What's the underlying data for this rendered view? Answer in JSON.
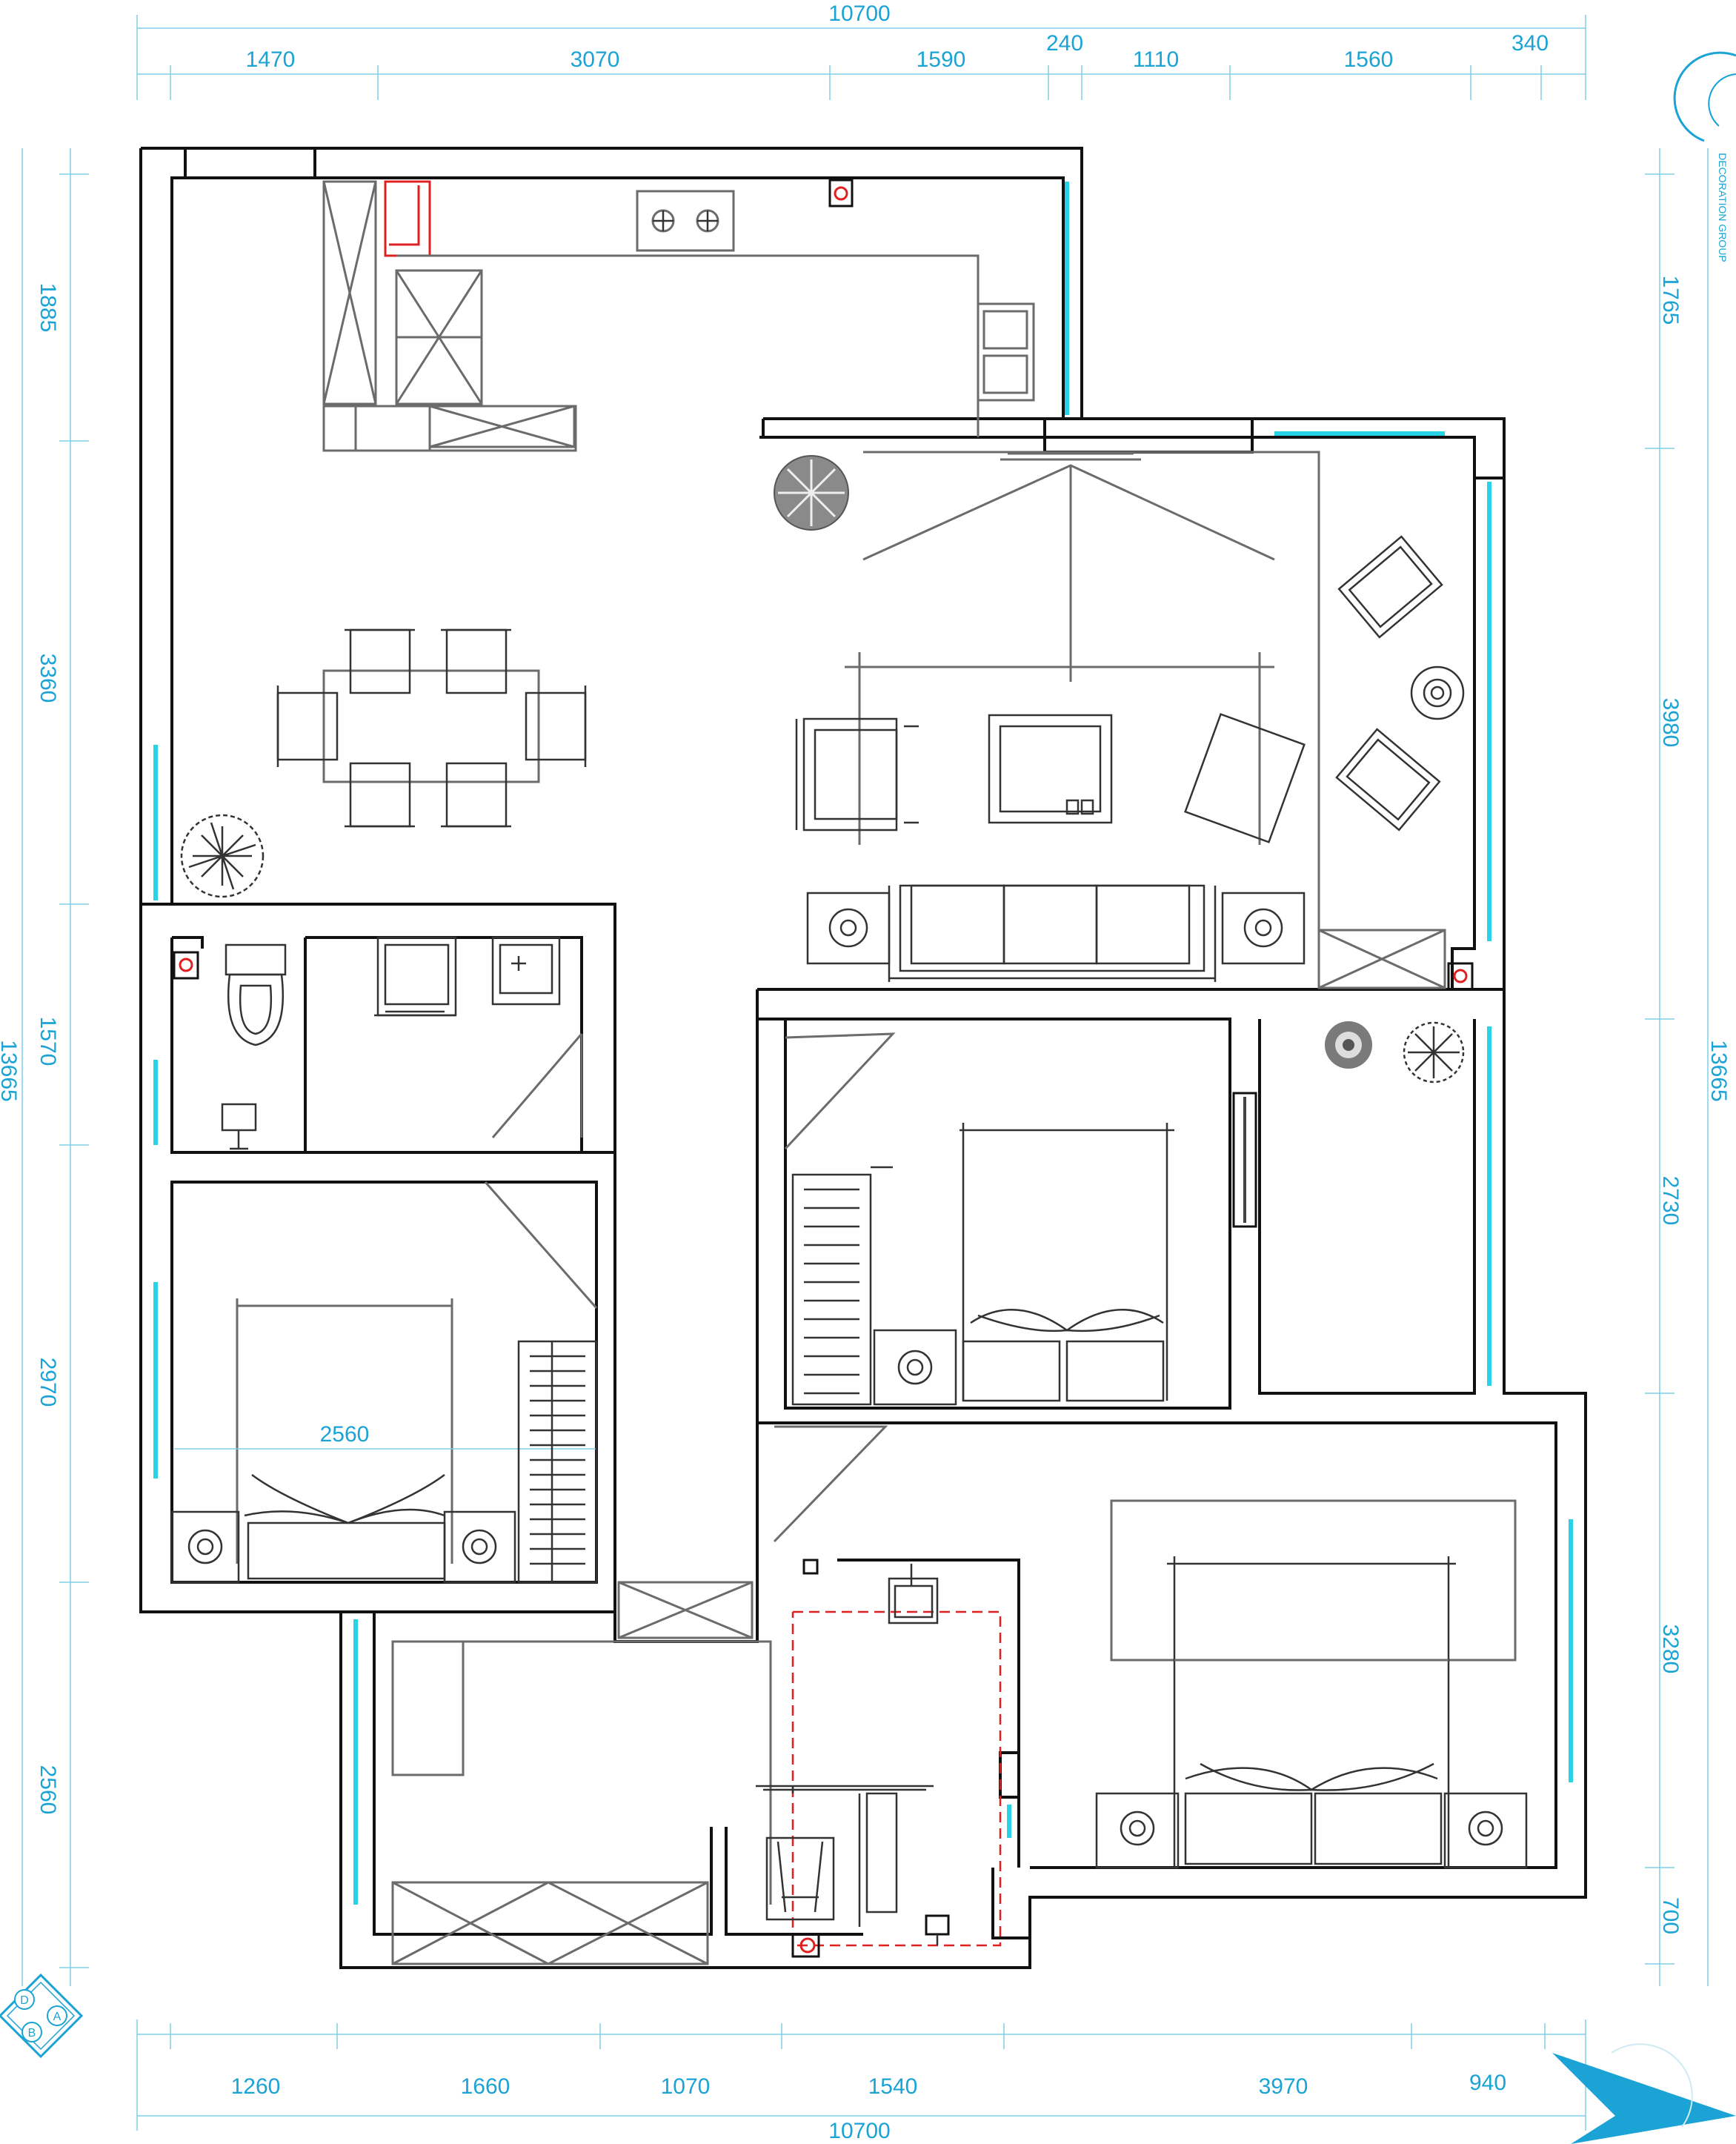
{
  "plan": {
    "dims_top": {
      "total": "10700",
      "segments": [
        "1470",
        "3070",
        "1590",
        "240",
        "1110",
        "1560",
        "340"
      ]
    },
    "dims_bottom": {
      "total": "10700",
      "segments": [
        "1260",
        "1660",
        "1070",
        "1540",
        "3970",
        "940"
      ]
    },
    "dims_left": {
      "total": "13665",
      "segments": [
        "1885",
        "3360",
        "1570",
        "2970",
        "2560"
      ]
    },
    "dims_right": {
      "total": "13665",
      "segments": [
        "1765",
        "3980",
        "2730",
        "3280",
        "700"
      ]
    },
    "room_label": "2560",
    "logo_text": "DECORATION GROUP",
    "compass_letters": [
      "D",
      "A",
      "B"
    ]
  },
  "colors": {
    "wall": "#111111",
    "window": "#29d3e6",
    "dimension": "#1aa3d4",
    "furniture": "#6b6b6b",
    "accent": "#e02020"
  }
}
